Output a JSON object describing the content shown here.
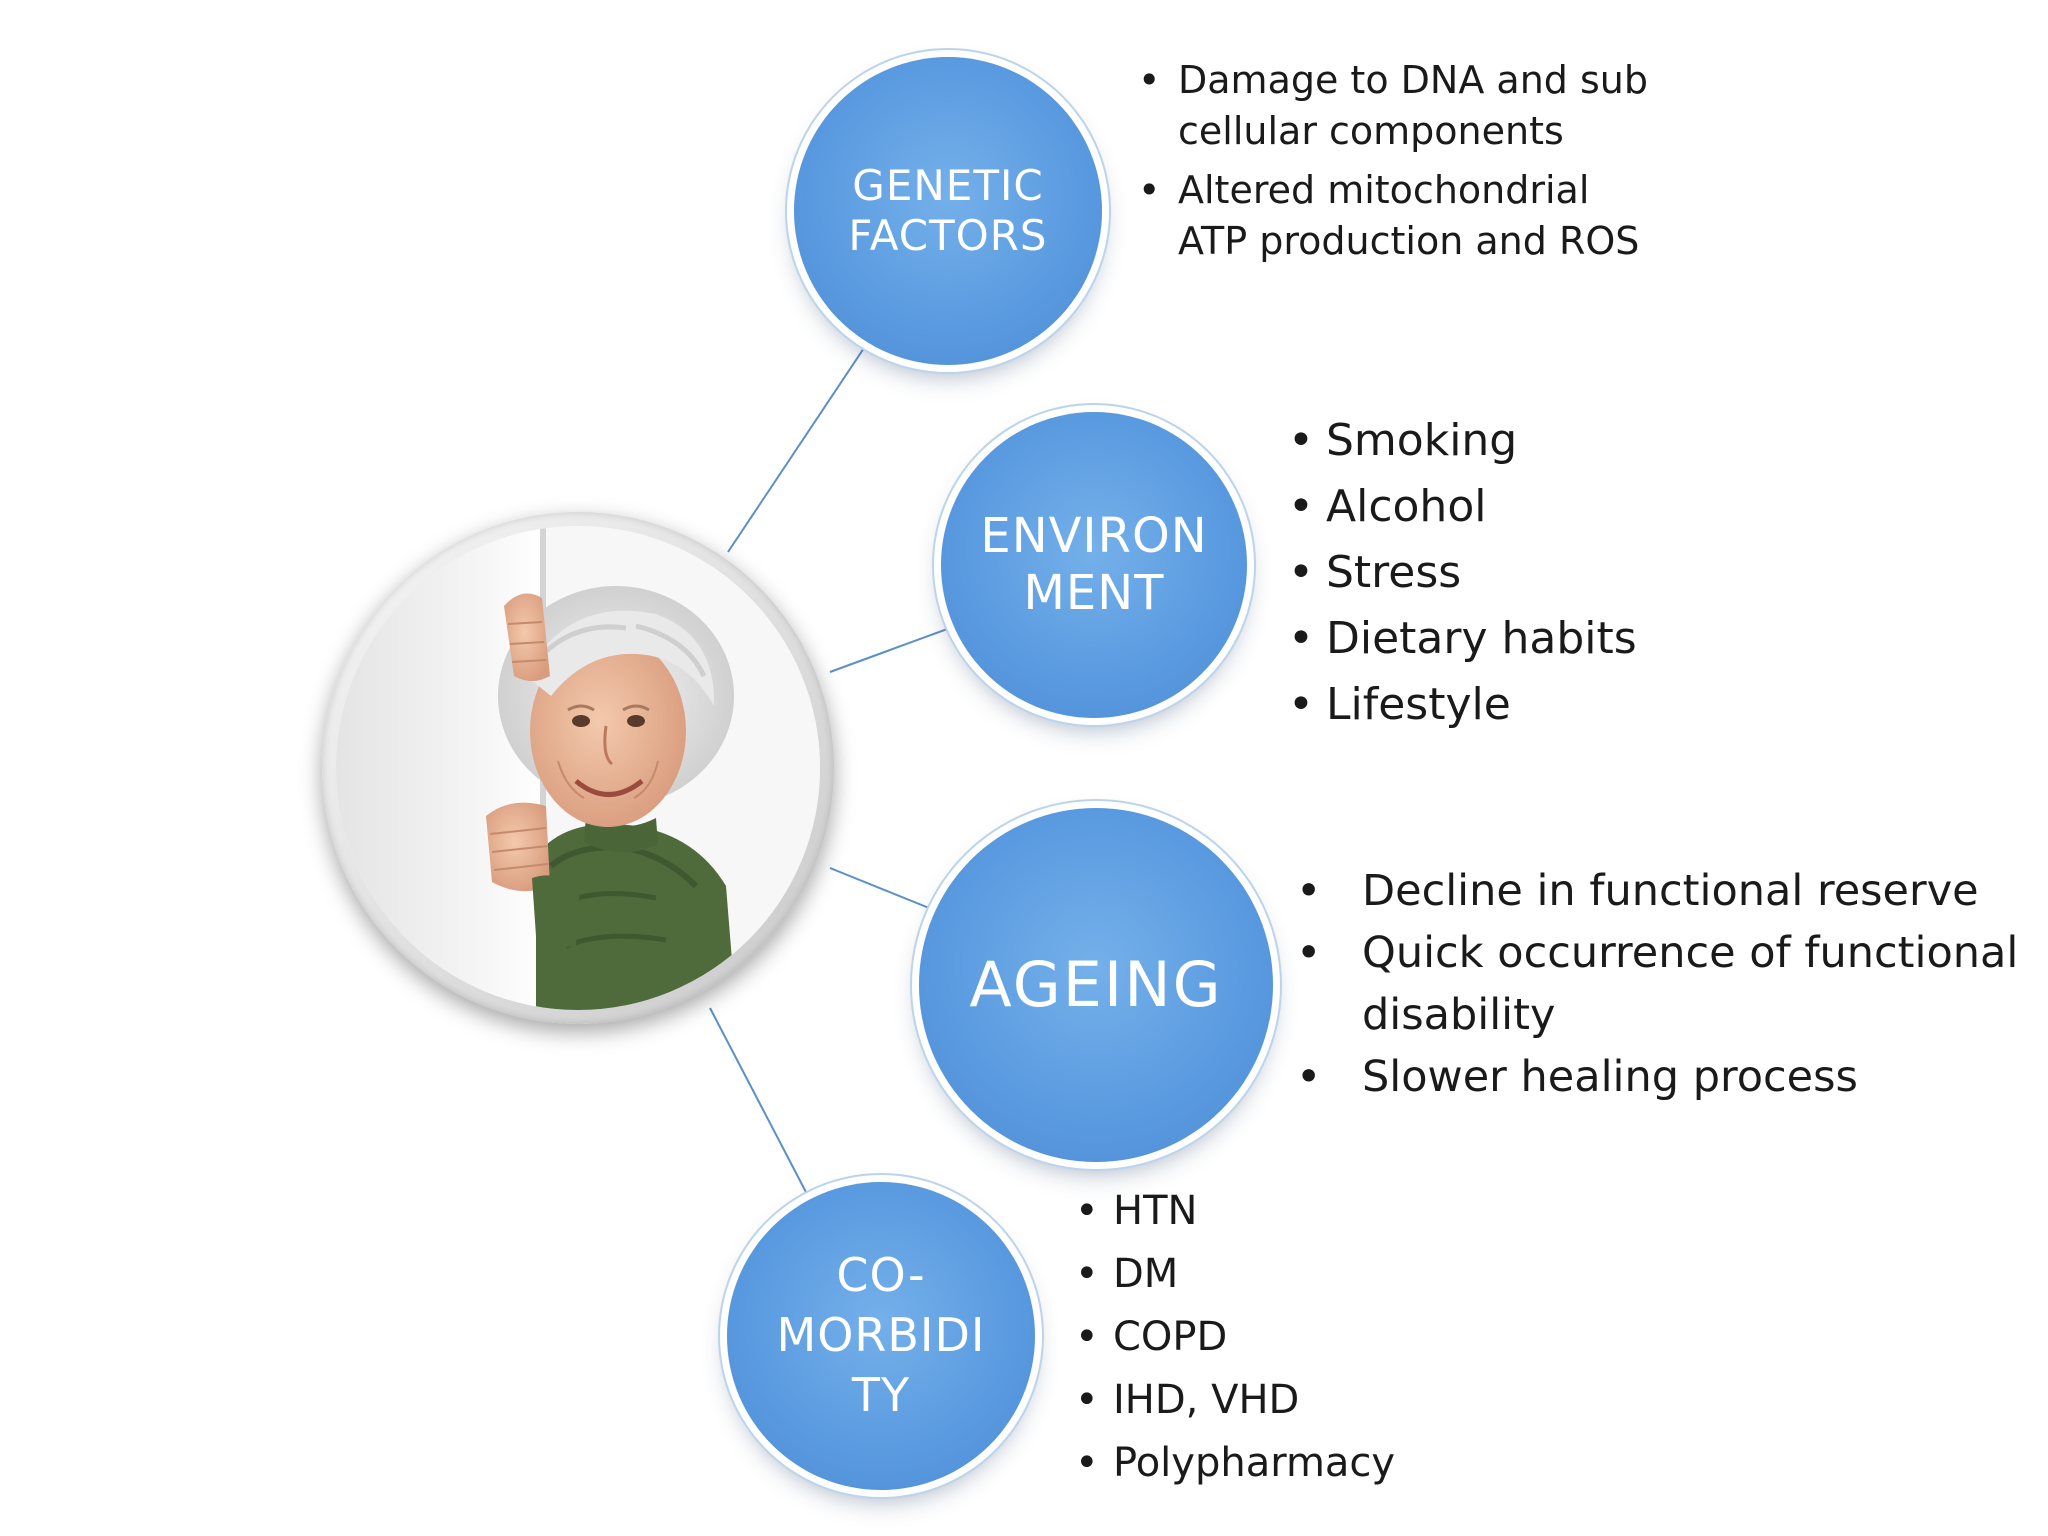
{
  "diagram": {
    "center": {
      "image": "elderly-woman-peeking-photo"
    },
    "nodes": [
      {
        "id": "genetic",
        "label_lines": [
          "GENETIC",
          "FACTORS"
        ],
        "bullets": [
          "Damage to DNA and sub cellular components",
          "Altered mitochondrial ATP production and ROS"
        ]
      },
      {
        "id": "environment",
        "label_lines": [
          "ENVIRON",
          "MENT"
        ],
        "bullets": [
          "Smoking",
          "Alcohol",
          "Stress",
          "Dietary habits",
          "Lifestyle"
        ]
      },
      {
        "id": "ageing",
        "label_lines": [
          "AGEING"
        ],
        "bullets": [
          "Decline in functional reserve",
          "Quick occurrence of functional disability",
          "Slower healing process"
        ]
      },
      {
        "id": "comorbidity",
        "label_lines": [
          "CO-",
          "MORBIDI",
          "TY"
        ],
        "bullets": [
          "HTN",
          "DM",
          "COPD",
          "IHD, VHD",
          "Polypharmacy"
        ]
      }
    ],
    "colors": {
      "node_fill": "#5b9be0",
      "node_text": "#ffffff",
      "connector": "#5b8fc9",
      "bullet_text": "#1a1a1a"
    }
  }
}
